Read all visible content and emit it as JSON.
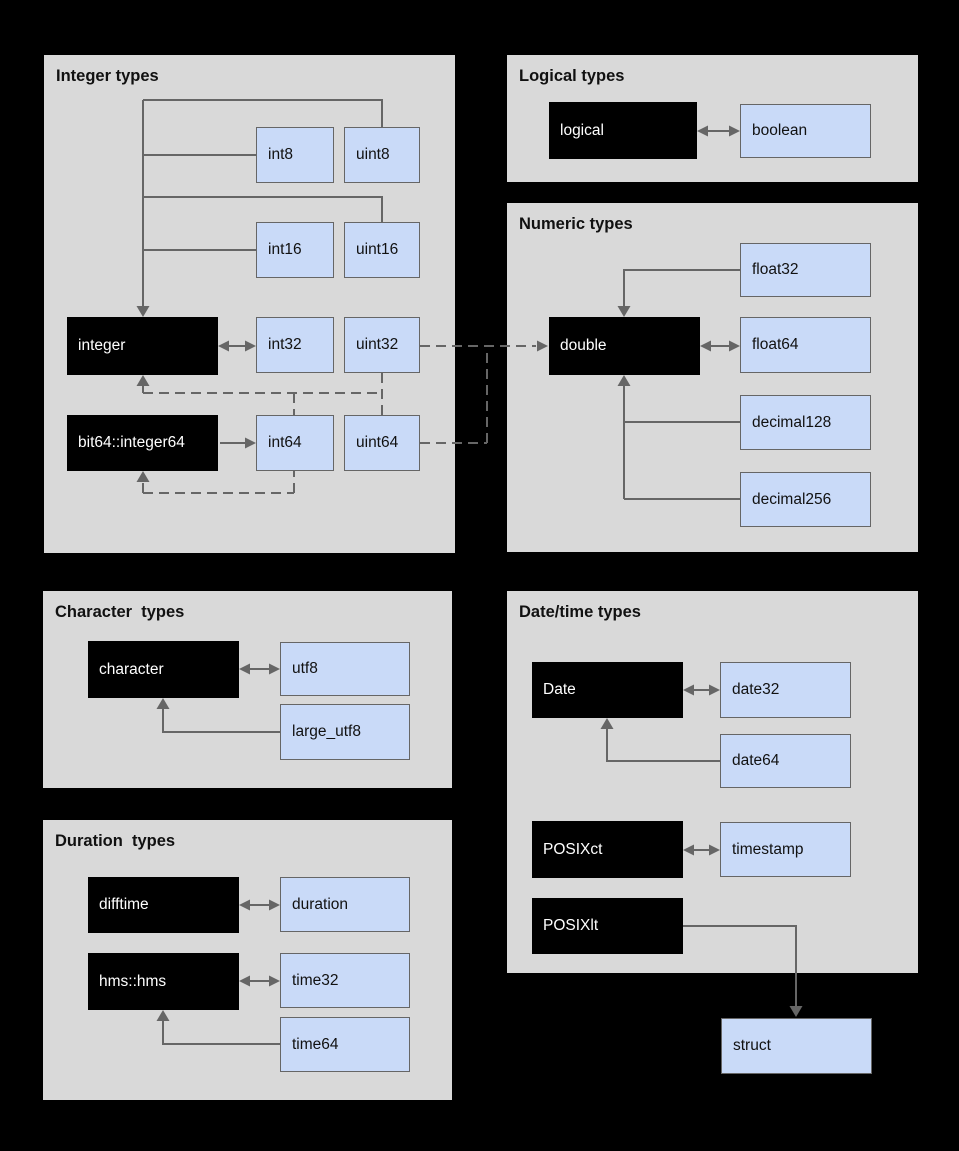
{
  "colors": {
    "background": "#000000",
    "panel_fill": "#d9d9d9",
    "r_type_fill": "#000000",
    "r_type_text": "#ffffff",
    "arrow_type_fill": "#c9daf8",
    "arrow_type_border": "#666666",
    "connector": "#666666",
    "title_text": "#111111"
  },
  "panels": {
    "integer": {
      "title": "Integer types"
    },
    "logical": {
      "title": "Logical types"
    },
    "numeric": {
      "title": "Numeric types"
    },
    "character": {
      "title": "Character  types"
    },
    "duration": {
      "title": "Duration  types"
    },
    "datetime": {
      "title": "Date/time types"
    }
  },
  "nodes": {
    "int8": {
      "label": "int8",
      "kind": "arrow"
    },
    "uint8": {
      "label": "uint8",
      "kind": "arrow"
    },
    "int16": {
      "label": "int16",
      "kind": "arrow"
    },
    "uint16": {
      "label": "uint16",
      "kind": "arrow"
    },
    "integer": {
      "label": "integer",
      "kind": "r"
    },
    "int32": {
      "label": "int32",
      "kind": "arrow"
    },
    "uint32": {
      "label": "uint32",
      "kind": "arrow"
    },
    "bit64_integer64": {
      "label": "bit64::integer64",
      "kind": "r"
    },
    "int64": {
      "label": "int64",
      "kind": "arrow"
    },
    "uint64": {
      "label": "uint64",
      "kind": "arrow"
    },
    "logical": {
      "label": "logical",
      "kind": "r"
    },
    "boolean": {
      "label": "boolean",
      "kind": "arrow"
    },
    "float32": {
      "label": "float32",
      "kind": "arrow"
    },
    "double": {
      "label": "double",
      "kind": "r"
    },
    "float64": {
      "label": "float64",
      "kind": "arrow"
    },
    "decimal128": {
      "label": "decimal128",
      "kind": "arrow"
    },
    "decimal256": {
      "label": "decimal256",
      "kind": "arrow"
    },
    "character": {
      "label": "character",
      "kind": "r"
    },
    "utf8": {
      "label": "utf8",
      "kind": "arrow"
    },
    "large_utf8": {
      "label": "large_utf8",
      "kind": "arrow"
    },
    "difftime": {
      "label": "difftime",
      "kind": "r"
    },
    "duration": {
      "label": "duration",
      "kind": "arrow"
    },
    "hms_hms": {
      "label": "hms::hms",
      "kind": "r"
    },
    "time32": {
      "label": "time32",
      "kind": "arrow"
    },
    "time64": {
      "label": "time64",
      "kind": "arrow"
    },
    "date": {
      "label": "Date",
      "kind": "r"
    },
    "date32": {
      "label": "date32",
      "kind": "arrow"
    },
    "date64": {
      "label": "date64",
      "kind": "arrow"
    },
    "posixct": {
      "label": "POSIXct",
      "kind": "r"
    },
    "timestamp": {
      "label": "timestamp",
      "kind": "arrow"
    },
    "posixlt": {
      "label": "POSIXlt",
      "kind": "r"
    },
    "struct": {
      "label": "struct",
      "kind": "arrow"
    }
  },
  "edges": [
    {
      "from": "int8",
      "to": "integer",
      "style": "solid",
      "direction": "one-way"
    },
    {
      "from": "uint8",
      "to": "integer",
      "style": "solid",
      "direction": "one-way"
    },
    {
      "from": "int16",
      "to": "integer",
      "style": "solid",
      "direction": "one-way"
    },
    {
      "from": "uint16",
      "to": "integer",
      "style": "solid",
      "direction": "one-way"
    },
    {
      "from": "integer",
      "to": "int32",
      "style": "solid",
      "direction": "two-way"
    },
    {
      "from": "bit64::integer64",
      "to": "int64",
      "style": "solid",
      "direction": "one-way"
    },
    {
      "from": "int64",
      "to": "integer",
      "style": "dashed",
      "direction": "one-way"
    },
    {
      "from": "uint32",
      "to": "integer",
      "style": "dashed",
      "direction": "one-way"
    },
    {
      "from": "uint64",
      "to": "integer",
      "style": "dashed",
      "direction": "one-way"
    },
    {
      "from": "int64",
      "to": "bit64::integer64",
      "style": "dashed",
      "direction": "one-way"
    },
    {
      "from": "uint32",
      "to": "double",
      "style": "dashed",
      "direction": "one-way"
    },
    {
      "from": "uint64",
      "to": "double",
      "style": "dashed",
      "direction": "one-way"
    },
    {
      "from": "logical",
      "to": "boolean",
      "style": "solid",
      "direction": "two-way"
    },
    {
      "from": "float32",
      "to": "double",
      "style": "solid",
      "direction": "one-way"
    },
    {
      "from": "double",
      "to": "float64",
      "style": "solid",
      "direction": "two-way"
    },
    {
      "from": "decimal128",
      "to": "double",
      "style": "solid",
      "direction": "one-way"
    },
    {
      "from": "decimal256",
      "to": "double",
      "style": "solid",
      "direction": "one-way"
    },
    {
      "from": "character",
      "to": "utf8",
      "style": "solid",
      "direction": "two-way"
    },
    {
      "from": "large_utf8",
      "to": "character",
      "style": "solid",
      "direction": "one-way"
    },
    {
      "from": "difftime",
      "to": "duration",
      "style": "solid",
      "direction": "two-way"
    },
    {
      "from": "hms::hms",
      "to": "time32",
      "style": "solid",
      "direction": "two-way"
    },
    {
      "from": "time64",
      "to": "hms::hms",
      "style": "solid",
      "direction": "one-way"
    },
    {
      "from": "Date",
      "to": "date32",
      "style": "solid",
      "direction": "two-way"
    },
    {
      "from": "date64",
      "to": "Date",
      "style": "solid",
      "direction": "one-way"
    },
    {
      "from": "POSIXct",
      "to": "timestamp",
      "style": "solid",
      "direction": "two-way"
    },
    {
      "from": "POSIXlt",
      "to": "struct",
      "style": "solid",
      "direction": "one-way"
    }
  ]
}
